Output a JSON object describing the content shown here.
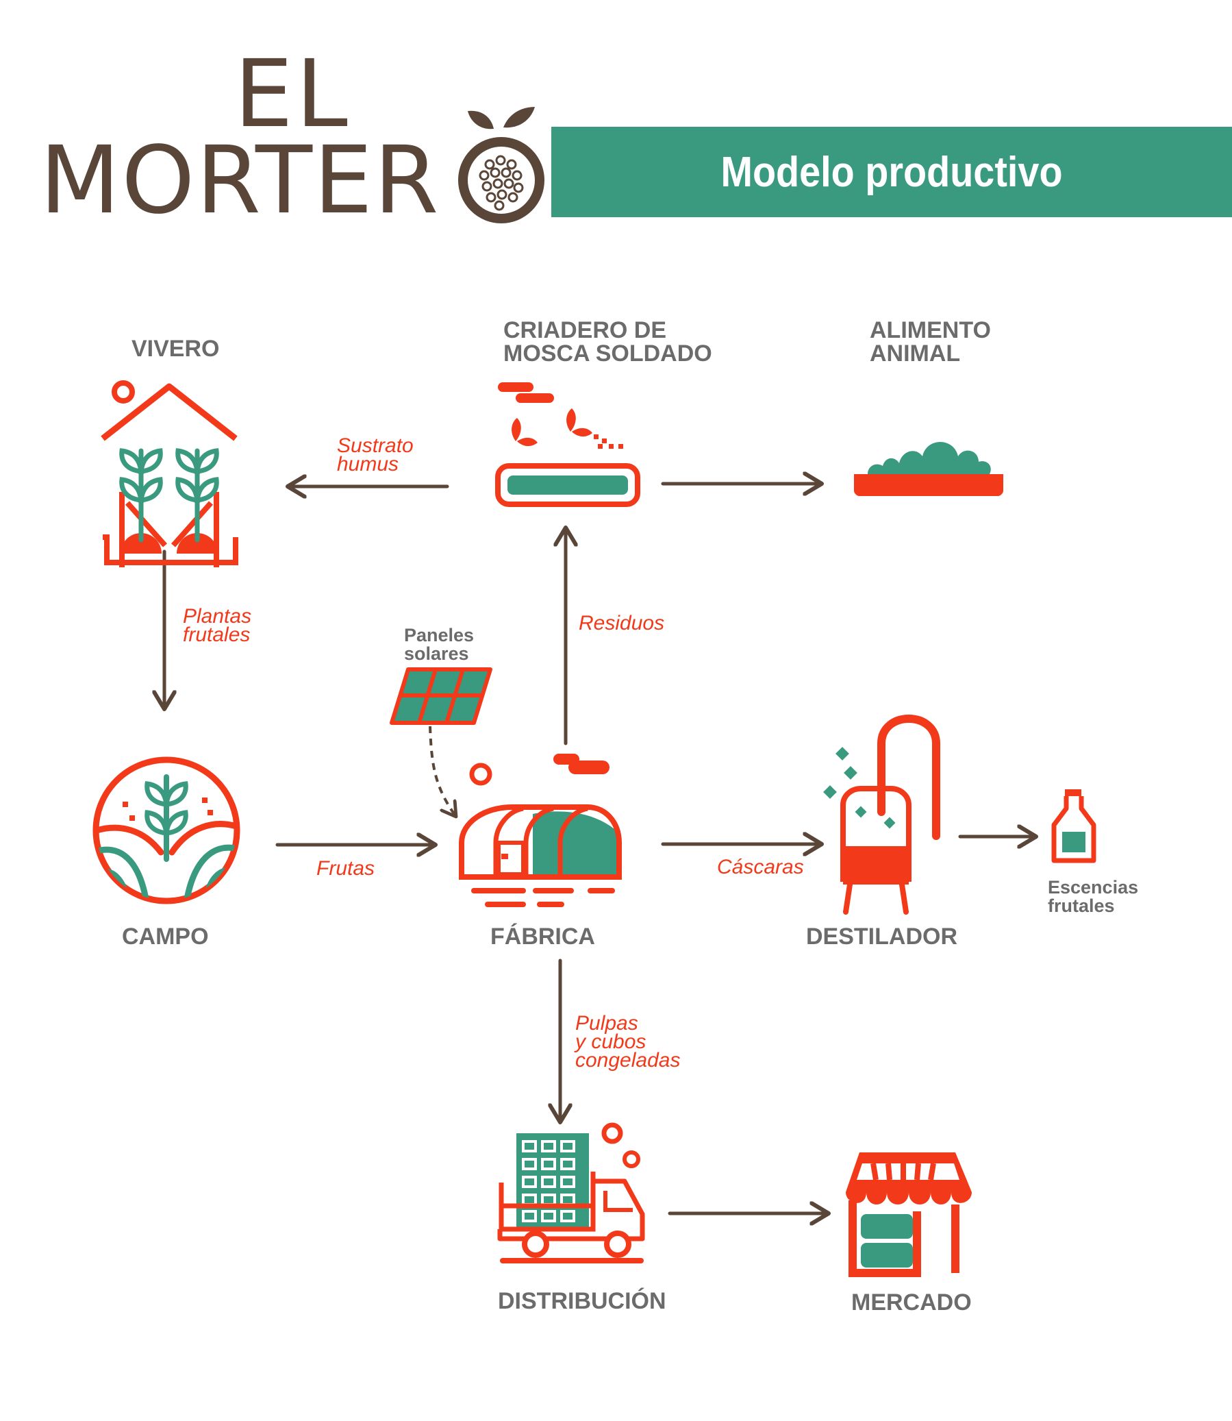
{
  "header": {
    "logo_line1": "EL",
    "logo_line2": "MORTER",
    "banner_title": "Modelo productivo"
  },
  "nodes": {
    "vivero": "VIVERO",
    "criadero_line1": "CRIADERO DE",
    "criadero_line2": "MOSCA SOLDADO",
    "alimento_line1": "ALIMENTO",
    "alimento_line2": "ANIMAL",
    "paneles_line1": "Paneles",
    "paneles_line2": "solares",
    "campo": "CAMPO",
    "fabrica": "FÁBRICA",
    "destilador": "DESTILADOR",
    "escencias_line1": "Escencias",
    "escencias_line2": "frutales",
    "distribucion": "DISTRIBUCIÓN",
    "mercado": "MERCADO"
  },
  "flows": {
    "sustrato_line1": "Sustrato",
    "sustrato_line2": "humus",
    "plantas_line1": "Plantas",
    "plantas_line2": "frutales",
    "residuos": "Residuos",
    "frutas": "Frutas",
    "cascaras": "Cáscaras",
    "pulpas_line1": "Pulpas",
    "pulpas_line2": "y cubos",
    "pulpas_line3": "congeladas"
  },
  "colors": {
    "brand_brown": "#5a4638",
    "banner_green": "#3a9a80",
    "icon_red": "#f2391a",
    "icon_green": "#3a9a80",
    "arrow_brown": "#5a4638",
    "label_gray": "#6b6b6b"
  }
}
